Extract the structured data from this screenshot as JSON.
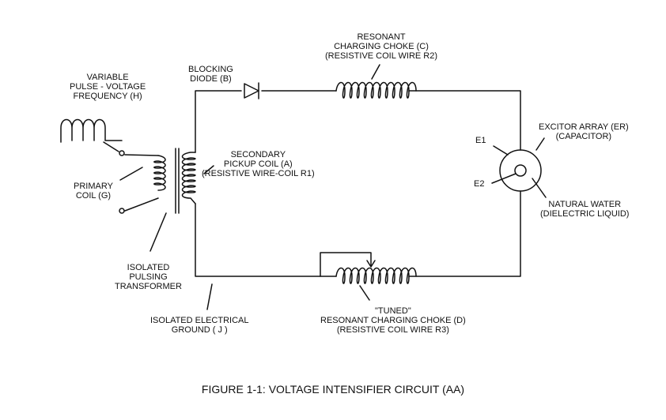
{
  "labels": {
    "blocking_diode": [
      "BLOCKING",
      "DIODE (B)"
    ],
    "resonant_choke_c": [
      "RESONANT",
      "CHARGING CHOKE (C)",
      "(RESISTIVE COIL WIRE R2)"
    ],
    "variable_pulse": [
      "VARIABLE",
      "PULSE - VOLTAGE",
      "FREQUENCY (H)"
    ],
    "excitor_array": [
      "EXCITOR ARRAY (ER)",
      "(CAPACITOR)"
    ],
    "e1": "E1",
    "e2": "E2",
    "secondary_coil": [
      "SECONDARY",
      "PICKUP COIL (A)",
      "(RESISTIVE WIRE-COIL R1)"
    ],
    "primary_coil": [
      "PRIMARY",
      "COIL (G)"
    ],
    "natural_water": [
      "NATURAL WATER",
      "(DIELECTRIC LIQUID)"
    ],
    "pulsing_transformer": [
      "ISOLATED",
      "PULSING",
      "TRANSFORMER"
    ],
    "electrical_ground": [
      "ISOLATED ELECTRICAL",
      "GROUND ( J )"
    ],
    "tuned_choke_d": [
      "\"TUNED\"",
      "RESONANT CHARGING CHOKE (D)",
      "(RESISTIVE COIL WIRE R3)"
    ]
  },
  "caption": "FIGURE 1-1: VOLTAGE INTENSIFIER CIRCUIT (AA)"
}
